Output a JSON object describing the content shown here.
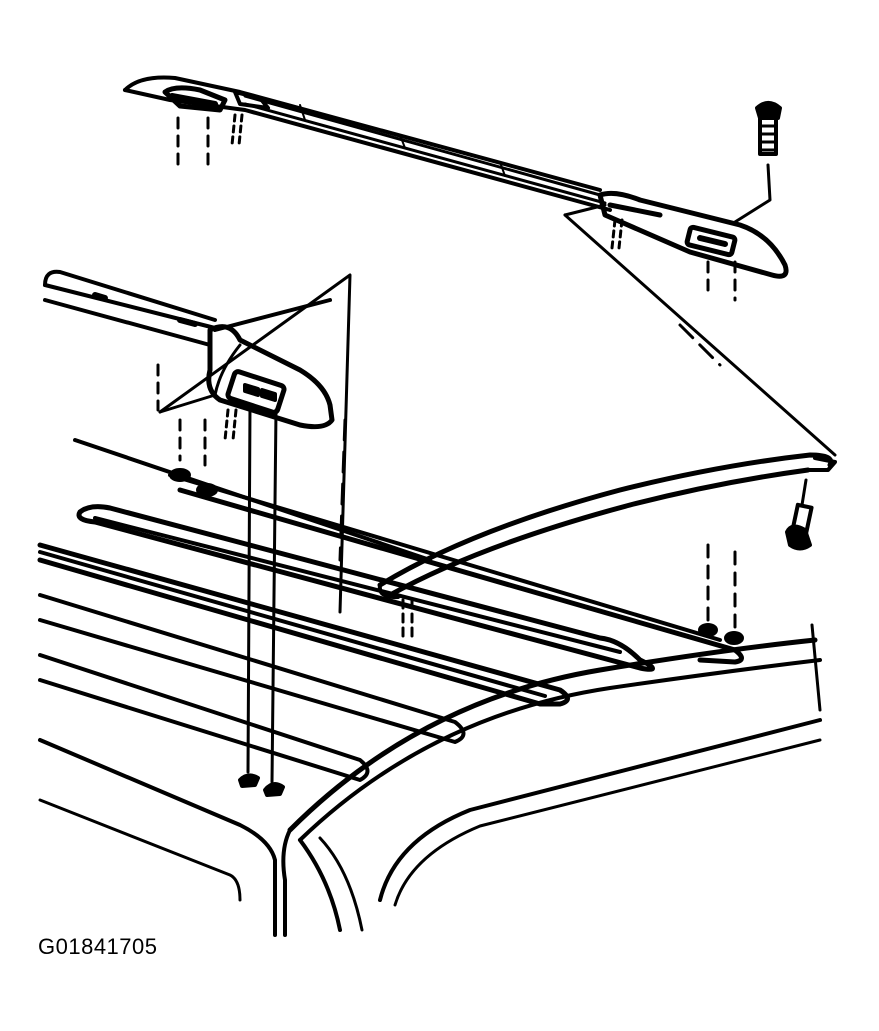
{
  "figure": {
    "code": "G01841705"
  },
  "colors": {
    "ink": "#000000",
    "paper": "#ffffff"
  },
  "parts": [
    "rear-crossbar",
    "front-crossbar",
    "crossbar-end-cap-left",
    "crossbar-end-cap-right",
    "crossbar-bolt-top",
    "crossbar-bolt-side",
    "side-rail",
    "side-rail-end-cap",
    "roof-panel",
    "roof-mounting-studs"
  ]
}
